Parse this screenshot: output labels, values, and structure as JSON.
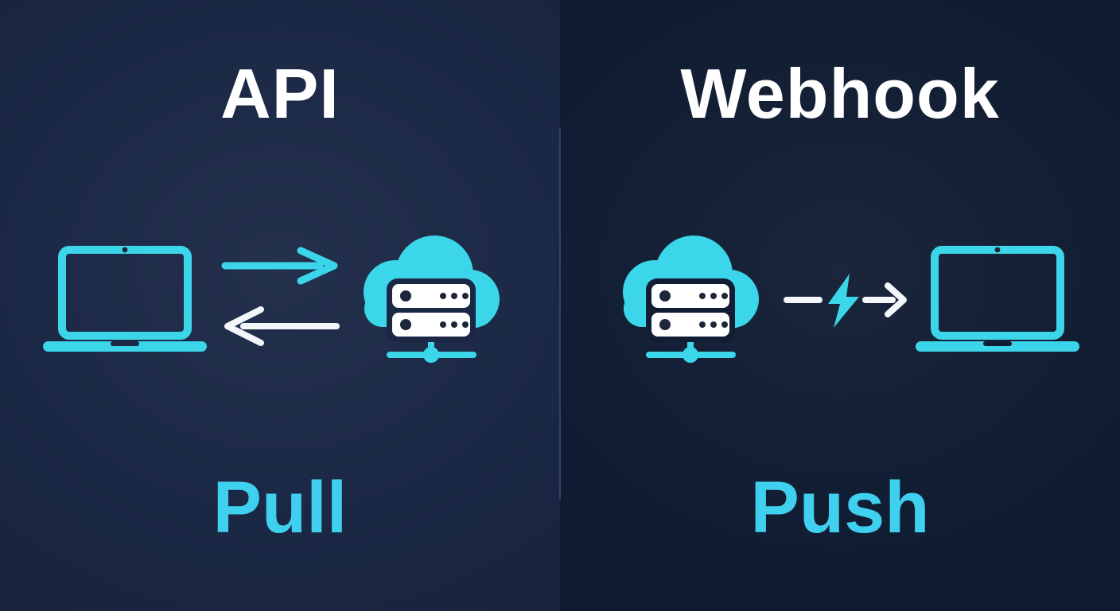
{
  "panels": [
    {
      "id": "api",
      "title": "API",
      "label": "Pull",
      "icons": [
        "laptop-icon",
        "request-arrow-icon",
        "response-arrow-icon",
        "cloud-server-icon"
      ]
    },
    {
      "id": "webhook",
      "title": "Webhook",
      "label": "Push",
      "icons": [
        "cloud-server-icon",
        "event-dash-icon",
        "lightning-bolt-icon",
        "push-arrow-icon",
        "laptop-icon"
      ]
    }
  ],
  "colors": {
    "panel_left_bg": "#1B2845",
    "panel_right_bg": "#111D33",
    "accent_cyan": "#3BD6E9",
    "label_cyan": "#3FD0F0",
    "title_white": "#FFFFFF",
    "arrow_white": "#F4F7FA",
    "divider_blue": "#2E4A7C",
    "icon_dark": "#1E2739"
  }
}
